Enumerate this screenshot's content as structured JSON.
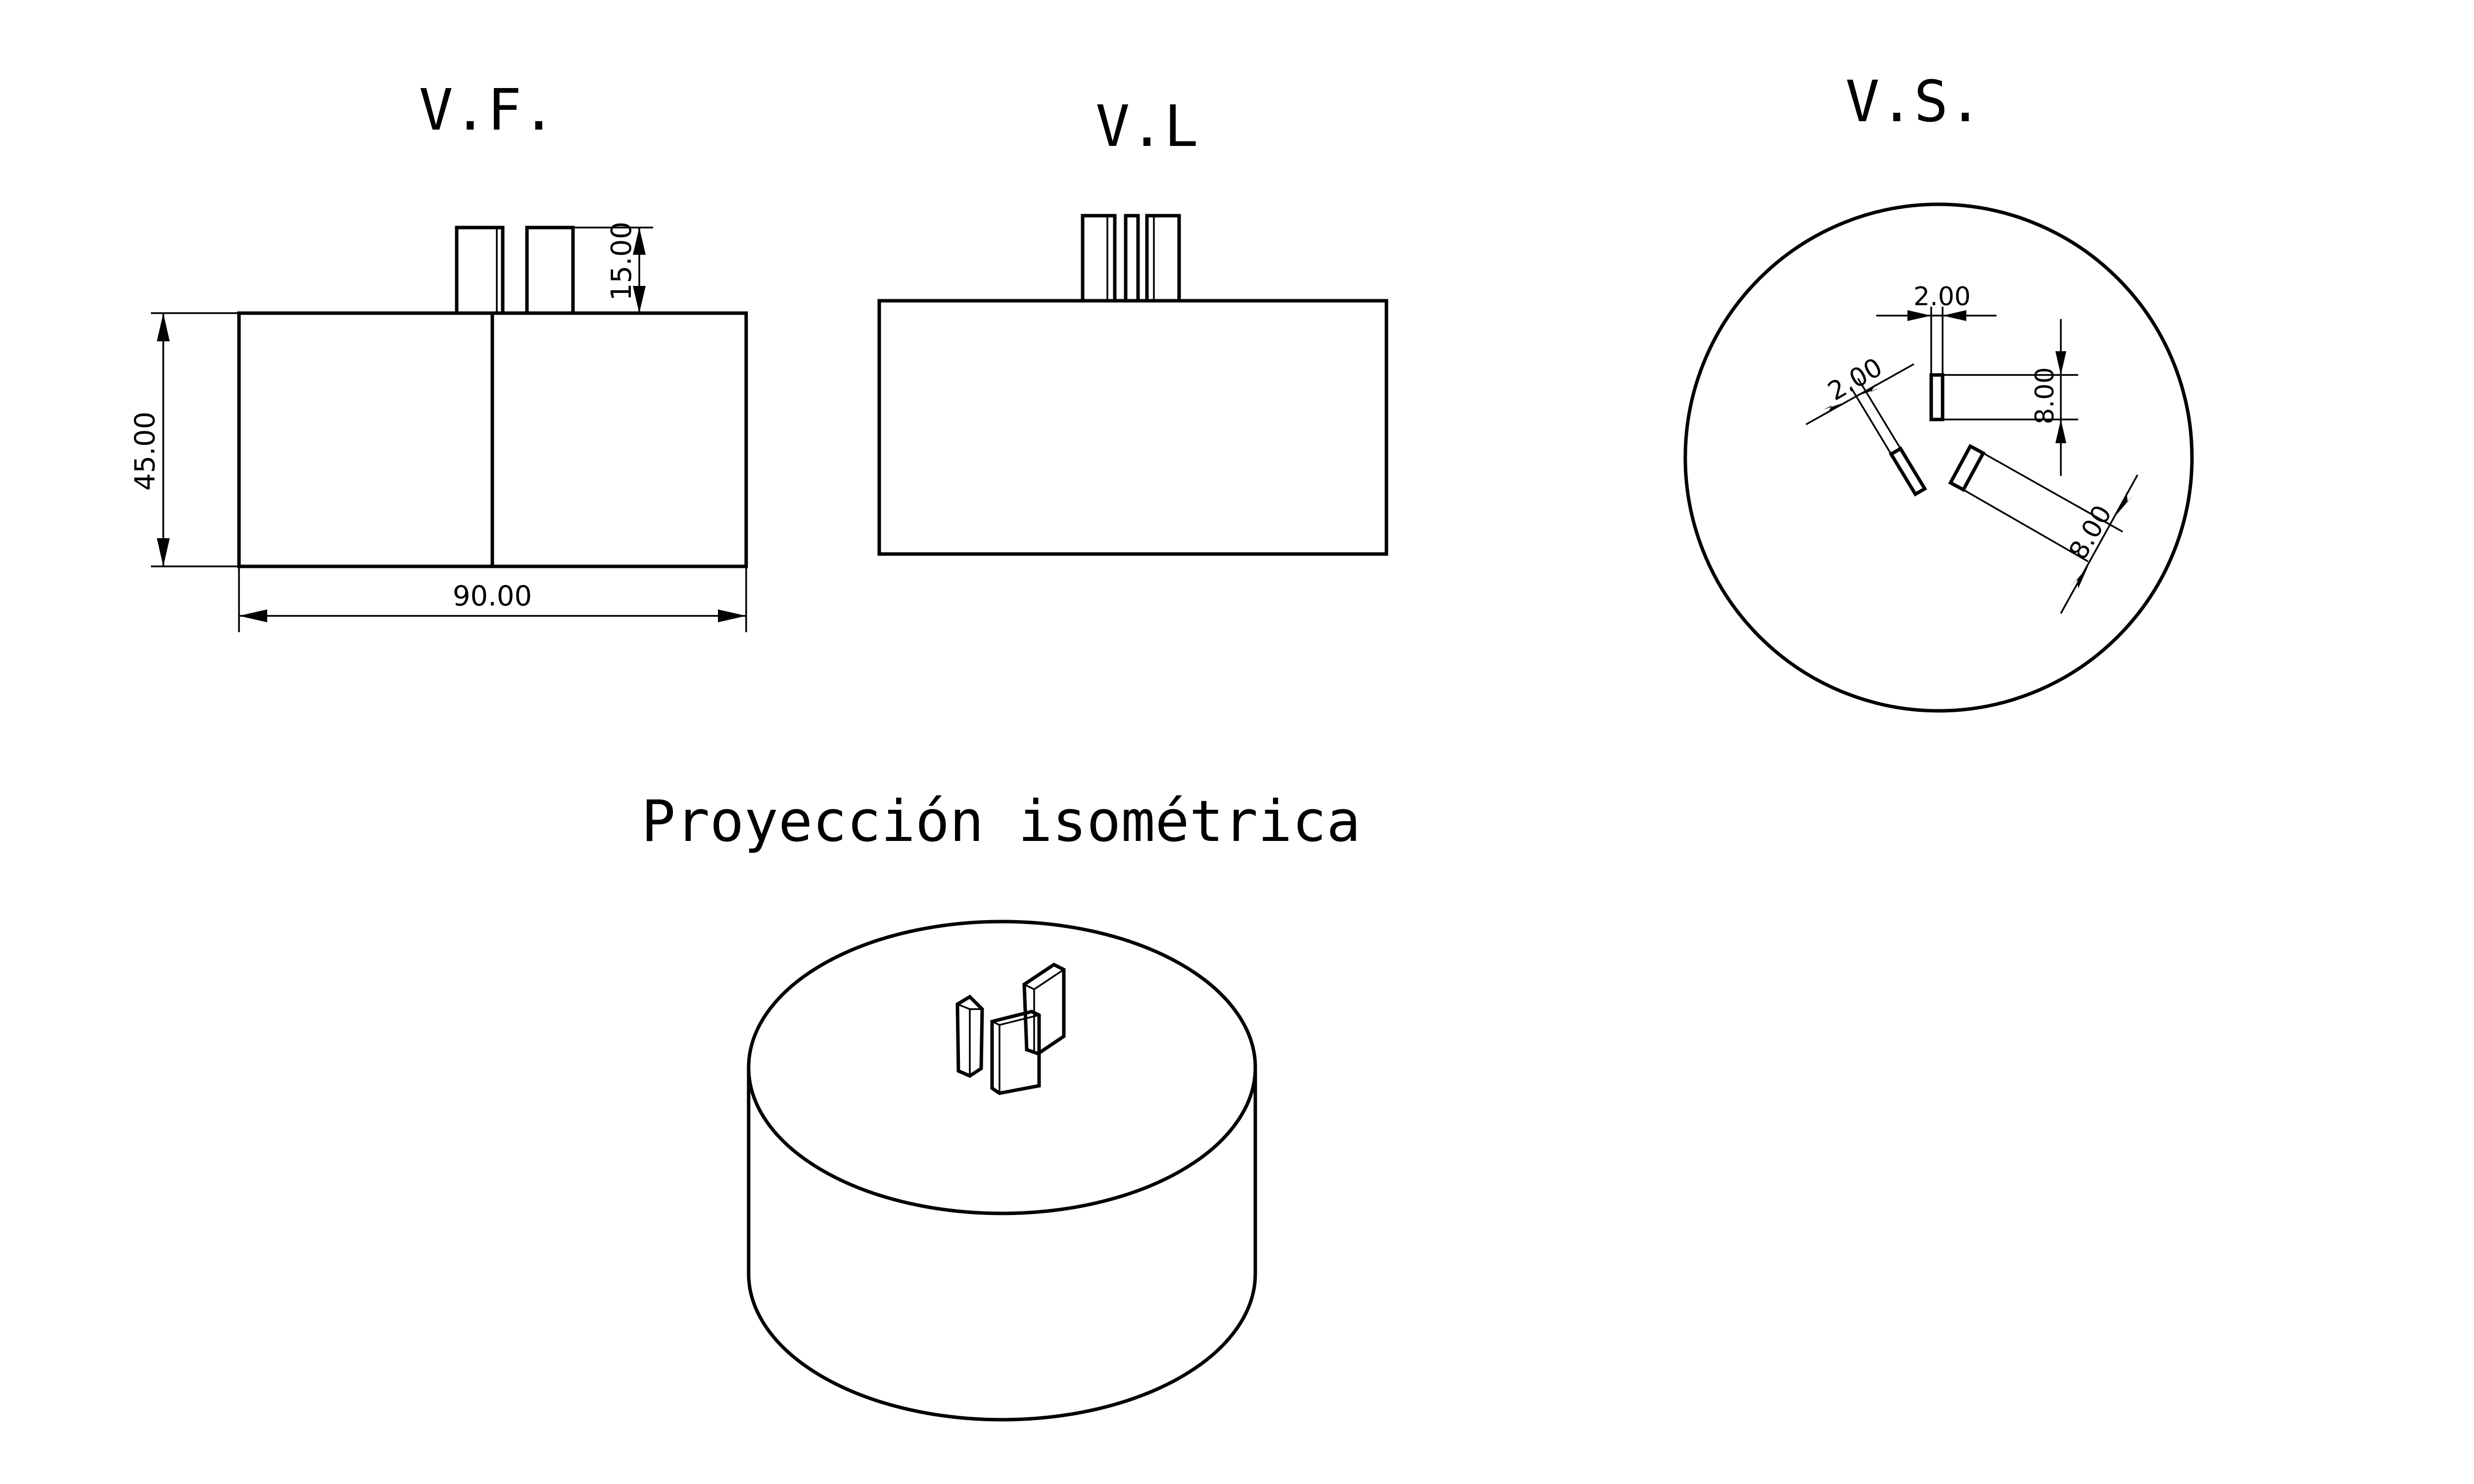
{
  "views": {
    "front": {
      "title": "V.F.",
      "dim_width": "90.00",
      "dim_height": "45.00",
      "dim_pin": "15.00"
    },
    "side": {
      "title": "V.L"
    },
    "top": {
      "title": "V.S.",
      "dim_w1": "2.00",
      "dim_w2": "2.00",
      "dim_l1": "8.00",
      "dim_l2": "8.00"
    },
    "isometric": {
      "title": "Proyección isométrica"
    }
  }
}
